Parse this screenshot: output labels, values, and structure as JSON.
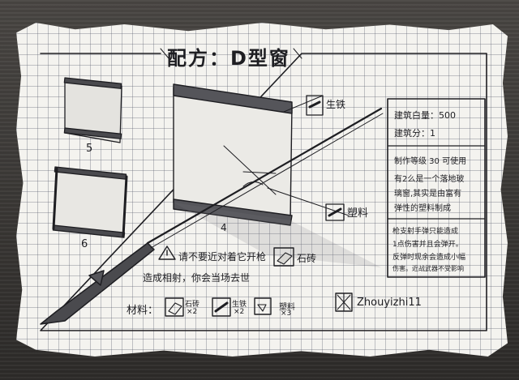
{
  "title": "配方：D型窗",
  "labels": {
    "steel": "生铁",
    "plastic": "塑料",
    "stone": "石砖",
    "number_5": "5",
    "number_6": "6",
    "number_4": "4"
  },
  "info": {
    "value_line": "建筑白量：500",
    "score_line": "建筑分：1",
    "unlock_line": "制作等级 30 可使用",
    "desc_lines": [
      "有2么是一个落地玻",
      "璃窗,其实是由富有",
      "弹性的塑料制成"
    ],
    "defense_lines": [
      "枪支射手弹只能造成",
      "1点伤害并且会弹开。",
      "反弹时现余会造成小幅",
      "伤害。近战武器不受影响"
    ]
  },
  "warning": {
    "line1": "请不要近对着它开枪",
    "line2": "造成相射，你会当场去世"
  },
  "materials": {
    "label": "材料：",
    "items": [
      {
        "name": "石砖",
        "qty": "×2",
        "icon": "brick-icon"
      },
      {
        "name": "生铁",
        "qty": "×2",
        "icon": "iron-bar-icon"
      },
      {
        "name": "塑料",
        "qty": "×3",
        "icon": "plastic-icon"
      }
    ]
  },
  "signature": "Zhouyizhi11",
  "colors": {
    "ink": "#1e1e22",
    "paper": "#f4f3ef",
    "grid": "#5a5f6e"
  }
}
